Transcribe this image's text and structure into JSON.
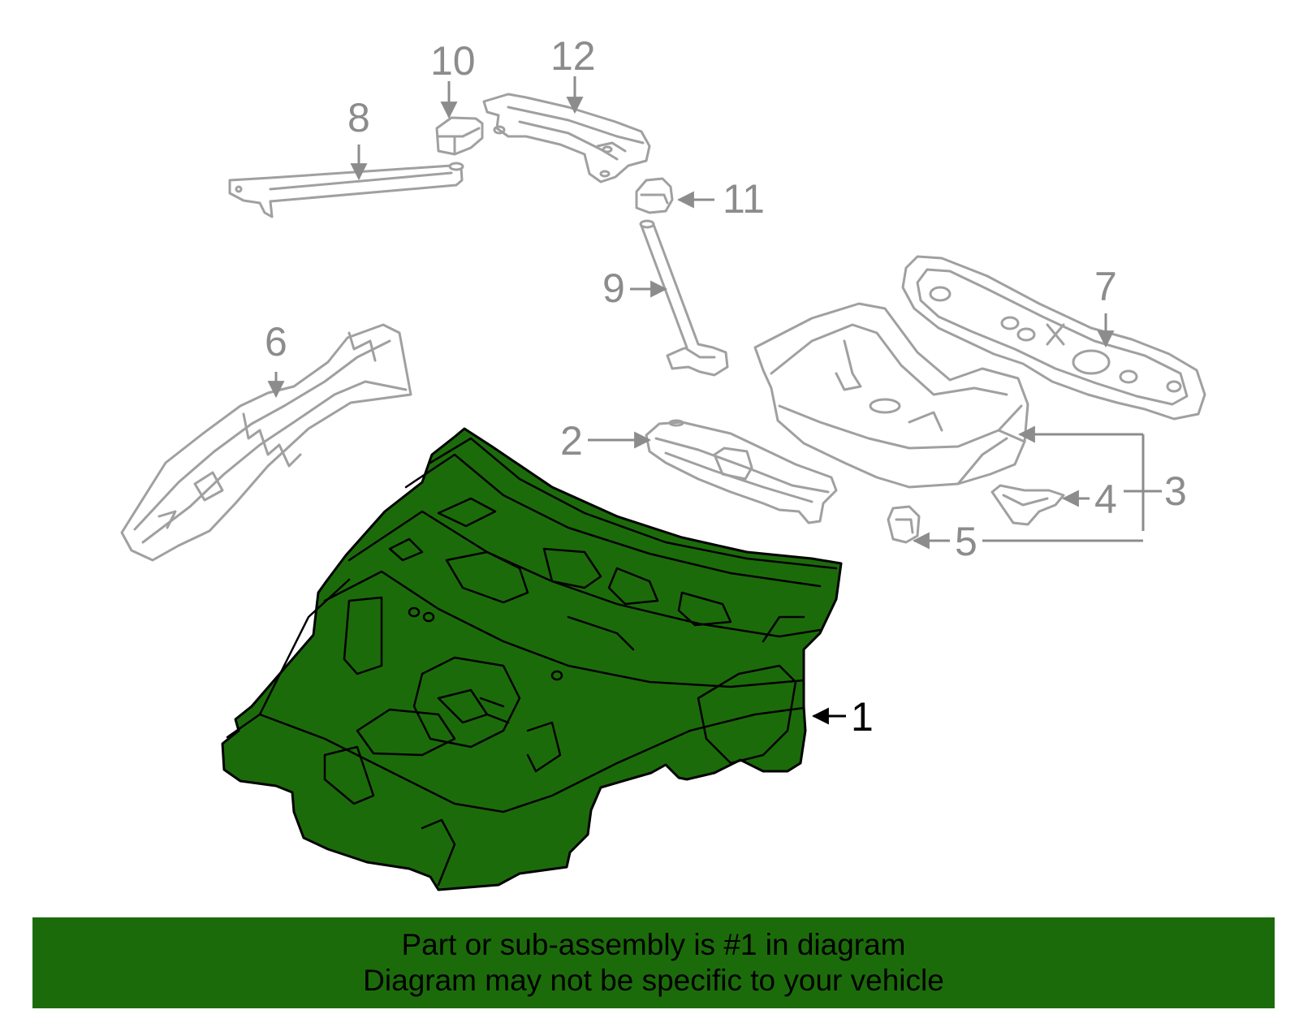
{
  "banner": {
    "line1": "Part or sub-assembly is #1 in diagram",
    "line2": "Diagram may not be specific to your vehicle"
  },
  "callouts": [
    {
      "id": "1",
      "label": "1",
      "highlighted": true
    },
    {
      "id": "2",
      "label": "2",
      "highlighted": false
    },
    {
      "id": "3",
      "label": "3",
      "highlighted": false
    },
    {
      "id": "4",
      "label": "4",
      "highlighted": false
    },
    {
      "id": "5",
      "label": "5",
      "highlighted": false
    },
    {
      "id": "6",
      "label": "6",
      "highlighted": false
    },
    {
      "id": "7",
      "label": "7",
      "highlighted": false
    },
    {
      "id": "8",
      "label": "8",
      "highlighted": false
    },
    {
      "id": "9",
      "label": "9",
      "highlighted": false
    },
    {
      "id": "10",
      "label": "10",
      "highlighted": false
    },
    {
      "id": "11",
      "label": "11",
      "highlighted": false
    },
    {
      "id": "12",
      "label": "12",
      "highlighted": false
    }
  ],
  "colors": {
    "highlight_part": "#1c6b0b",
    "banner_background": "#1c6b0b",
    "other_parts_outline": "#a0a0a0",
    "callout_gray": "#8c8c8c"
  }
}
